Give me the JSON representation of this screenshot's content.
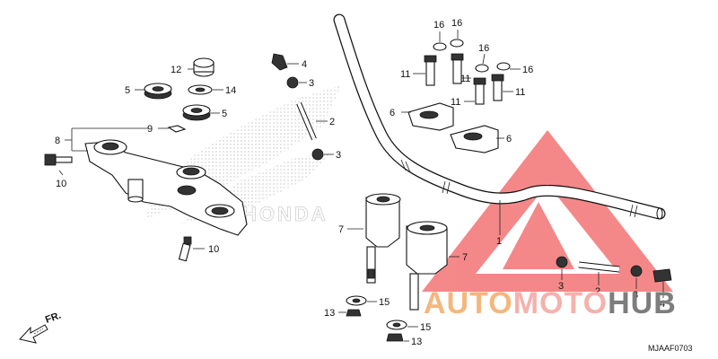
{
  "diagram": {
    "code": "MJAAF0703",
    "direction_label": "FR.",
    "watermark_logo_text": "HONDA",
    "brand": {
      "part1": "AUTO",
      "part2": "MOTO",
      "part3": "HUB",
      "colors": {
        "part1": "#f3b77d",
        "part2": "#f4b2ad",
        "part3": "#7d7d7d",
        "triangle": "#ee3a3a"
      }
    },
    "labels": {
      "c1": "1",
      "c2a": "2",
      "c2b": "2",
      "c3a": "3",
      "c3b": "3",
      "c3c": "3",
      "c3d": "3",
      "c4a": "4",
      "c4b": "4",
      "c5a": "5",
      "c5b": "5",
      "c6a": "6",
      "c6b": "6",
      "c7a": "7",
      "c7b": "7",
      "c8": "8",
      "c9": "9",
      "c10a": "10",
      "c10b": "10",
      "c11a": "11",
      "c11b": "11",
      "c11c": "11",
      "c11d": "11",
      "c12": "12",
      "c13a": "13",
      "c13b": "13",
      "c14": "14",
      "c15a": "15",
      "c15b": "15",
      "c16a": "16",
      "c16b": "16",
      "c16c": "16",
      "c16d": "16"
    }
  }
}
